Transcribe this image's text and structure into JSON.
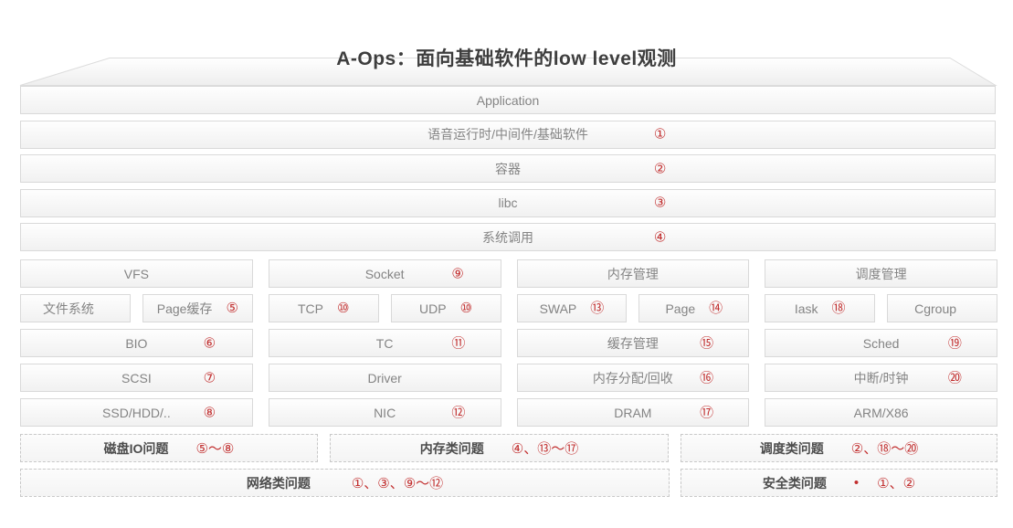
{
  "title": "A-Ops：面向基础软件的low level观测",
  "colors": {
    "accent_red": "#c22f2f",
    "box_border": "#d9d9d9",
    "label_gray": "#848484"
  },
  "layers": [
    {
      "label": "Application",
      "num": ""
    },
    {
      "label": "语音运行时/中间件/基础软件",
      "num": "①"
    },
    {
      "label": "容器",
      "num": "②"
    },
    {
      "label": "libc",
      "num": "③"
    },
    {
      "label": "系统调用",
      "num": "④"
    }
  ],
  "columns": [
    {
      "top": {
        "label": "VFS",
        "num": ""
      },
      "subs": [
        {
          "label": "文件系统",
          "num": ""
        },
        {
          "label": "Page缓存",
          "num": "⑤"
        }
      ],
      "rows": [
        {
          "label": "BIO",
          "num": "⑥"
        },
        {
          "label": "SCSI",
          "num": "⑦"
        },
        {
          "label": "SSD/HDD/..",
          "num": "⑧"
        }
      ]
    },
    {
      "top": {
        "label": "Socket",
        "num": "⑨"
      },
      "subs": [
        {
          "label": "TCP",
          "num": "⑩"
        },
        {
          "label": "UDP",
          "num": "⑩"
        }
      ],
      "rows": [
        {
          "label": "TC",
          "num": "⑪"
        },
        {
          "label": "Driver",
          "num": ""
        },
        {
          "label": "NIC",
          "num": "⑫"
        }
      ]
    },
    {
      "top": {
        "label": "内存管理",
        "num": ""
      },
      "subs": [
        {
          "label": "SWAP",
          "num": "⑬"
        },
        {
          "label": "Page",
          "num": "⑭"
        }
      ],
      "rows": [
        {
          "label": "缓存管理",
          "num": "⑮"
        },
        {
          "label": "内存分配/回收",
          "num": "⑯"
        },
        {
          "label": "DRAM",
          "num": "⑰"
        }
      ]
    },
    {
      "top": {
        "label": "调度管理",
        "num": ""
      },
      "subs": [
        {
          "label": "Iask",
          "num": "⑱"
        },
        {
          "label": "Cgroup",
          "num": ""
        }
      ],
      "rows": [
        {
          "label": "Sched",
          "num": "⑲"
        },
        {
          "label": "中断/时钟",
          "num": "⑳"
        },
        {
          "label": "ARM/X86",
          "num": ""
        }
      ]
    }
  ],
  "problems": {
    "row1": [
      {
        "label": "磁盘IO问题",
        "nums": "⑤～⑧"
      },
      {
        "label": "内存类问题",
        "nums": "④、⑬～⑰"
      },
      {
        "label": "调度类问题",
        "nums": "②、⑱～⑳"
      }
    ],
    "row2": [
      {
        "label": "网络类问题",
        "nums": "①、③、⑨～⑫"
      },
      {
        "label": "安全类问题",
        "bullet": "•",
        "nums": "①、②"
      }
    ]
  }
}
